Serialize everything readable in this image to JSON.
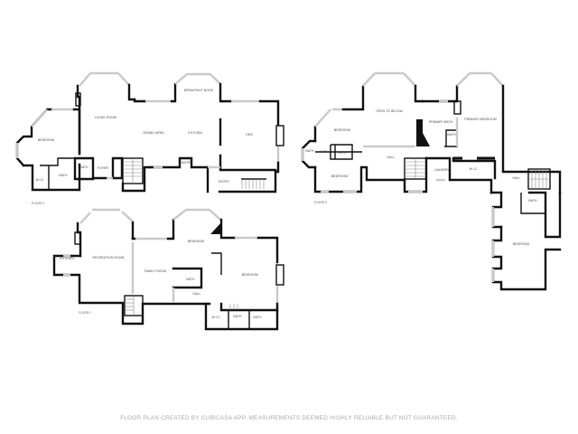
{
  "floors": {
    "floor2": {
      "label": "FLOOR 2",
      "rooms": {
        "bedroom": "BEDROOM",
        "wic": "W.I.C",
        "bath": "BATH",
        "bath2": "BATH",
        "foyer": "FOYER",
        "living_room": "LIVING ROOM",
        "dining_area": "DINING AREA",
        "breakfast_nook": "BREAKFAST NOOK",
        "kitchen": "KITCHEN",
        "pantry": "PANTRY",
        "den": "DEN",
        "entry": "ENTRY"
      }
    },
    "floor1": {
      "label": "FLOOR 1",
      "rooms": {
        "kitchen": "KITCHEN",
        "recreation_room": "RECREATION ROOM",
        "family_room": "FAMILY ROOM",
        "bedroom": "BEDROOM",
        "bath": "BATH",
        "hall": "HALL",
        "bedroom2": "BEDROOM",
        "wic": "W.I.C",
        "bath2": "BATH",
        "bath3": "BATH"
      }
    },
    "floor3": {
      "label": "FLOOR 3",
      "rooms": {
        "bath": "BATH",
        "bath2": "BATH",
        "bedroom": "BEDROOM",
        "wic": "W.I.C",
        "bedroom2": "BEDROOM",
        "open_to_below": "OPEN TO BELOW",
        "hall": "HALL",
        "primary_bath": "PRIMARY BATH",
        "bath3": "BATH",
        "primary_bedroom": "PRIMARY BEDROOM",
        "laundry": "LAUNDRY",
        "wic2": "W.I.C",
        "hall2": "HALL",
        "bath4": "BATH",
        "bedroom3": "BEDROOM"
      }
    }
  },
  "footer": {
    "disclaimer": "FLOOR PLAN CREATED BY CUBICASA APP. MEASUREMENTS DEEMED HIGHLY RELIABLE BUT NOT GUARANTEED."
  }
}
